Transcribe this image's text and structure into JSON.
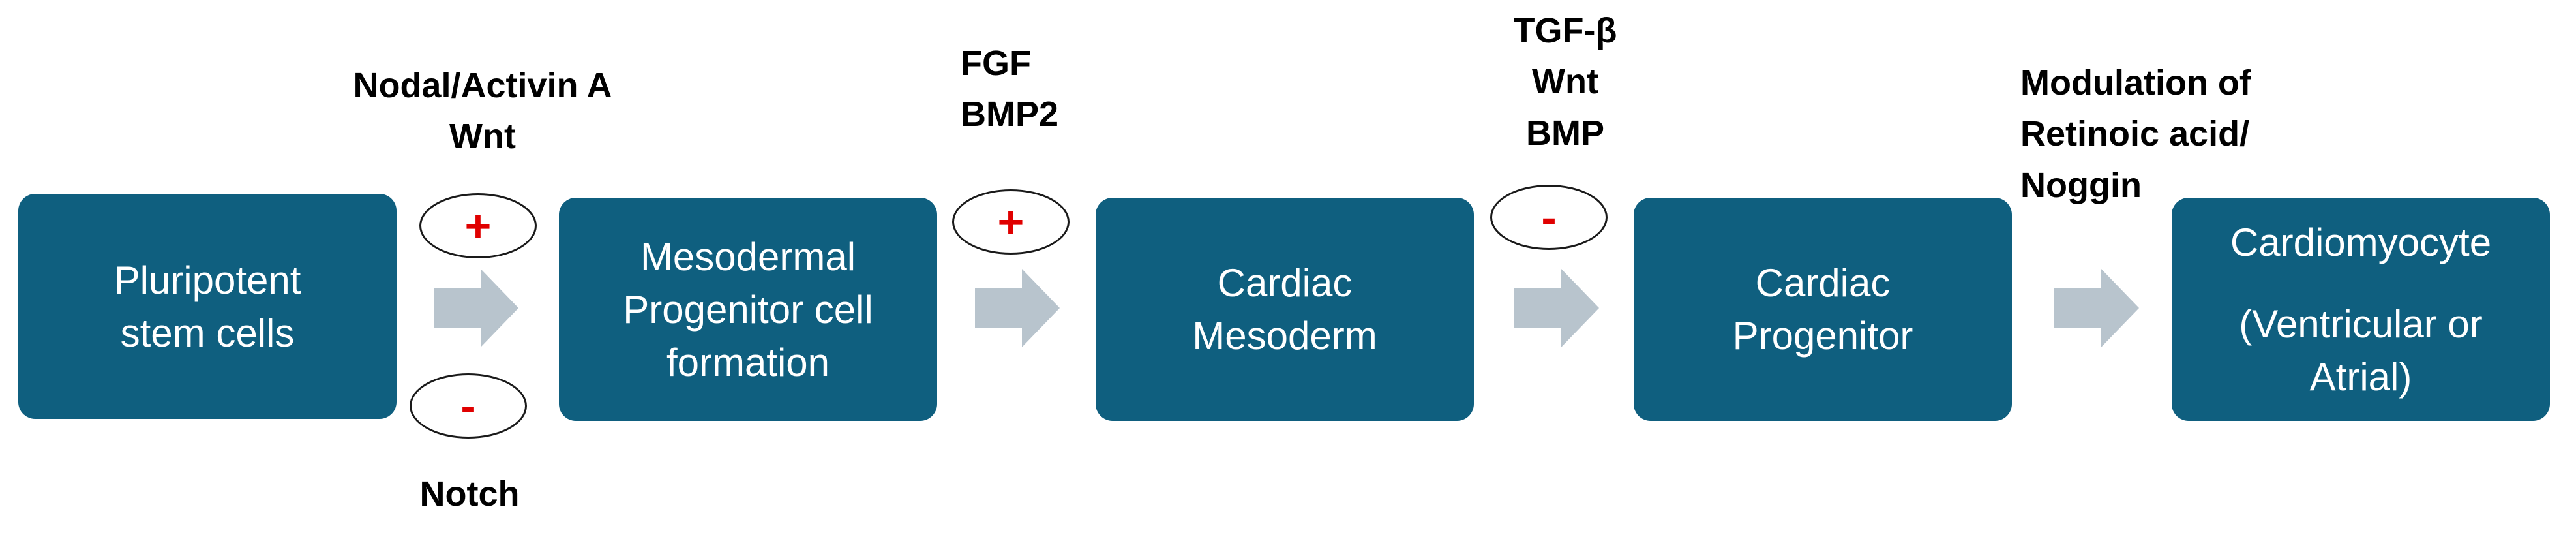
{
  "boxes": [
    {
      "lines": [
        "Pluripotent",
        "stem cells"
      ]
    },
    {
      "lines": [
        "Mesodermal",
        "Progenitor cell",
        "formation"
      ]
    },
    {
      "lines": [
        "Cardiac",
        "Mesoderm"
      ]
    },
    {
      "lines": [
        "Cardiac",
        "Progenitor"
      ]
    },
    {
      "lines": [
        "Cardiomyocyte",
        "(Ventricular or",
        "Atrial)"
      ]
    }
  ],
  "labels": {
    "step1_top": [
      "Nodal/Activin A",
      "Wnt"
    ],
    "step1_bottom": [
      "Notch"
    ],
    "step2_top": [
      "FGF",
      "BMP2"
    ],
    "step3_top": [
      "TGF-β",
      "Wnt",
      "BMP"
    ],
    "step4_top": [
      "Modulation of",
      "Retinoic acid/",
      "Noggin"
    ]
  },
  "signs": {
    "step1_plus": "+",
    "step1_minus": "-",
    "step2_plus": "+",
    "step3_minus": "-"
  },
  "colors": {
    "box_fill": "#0f5f7f",
    "arrow_fill": "#b8c4cd",
    "sign_color": "#e00000"
  },
  "icons": {
    "arrow": "right-arrow-icon"
  }
}
